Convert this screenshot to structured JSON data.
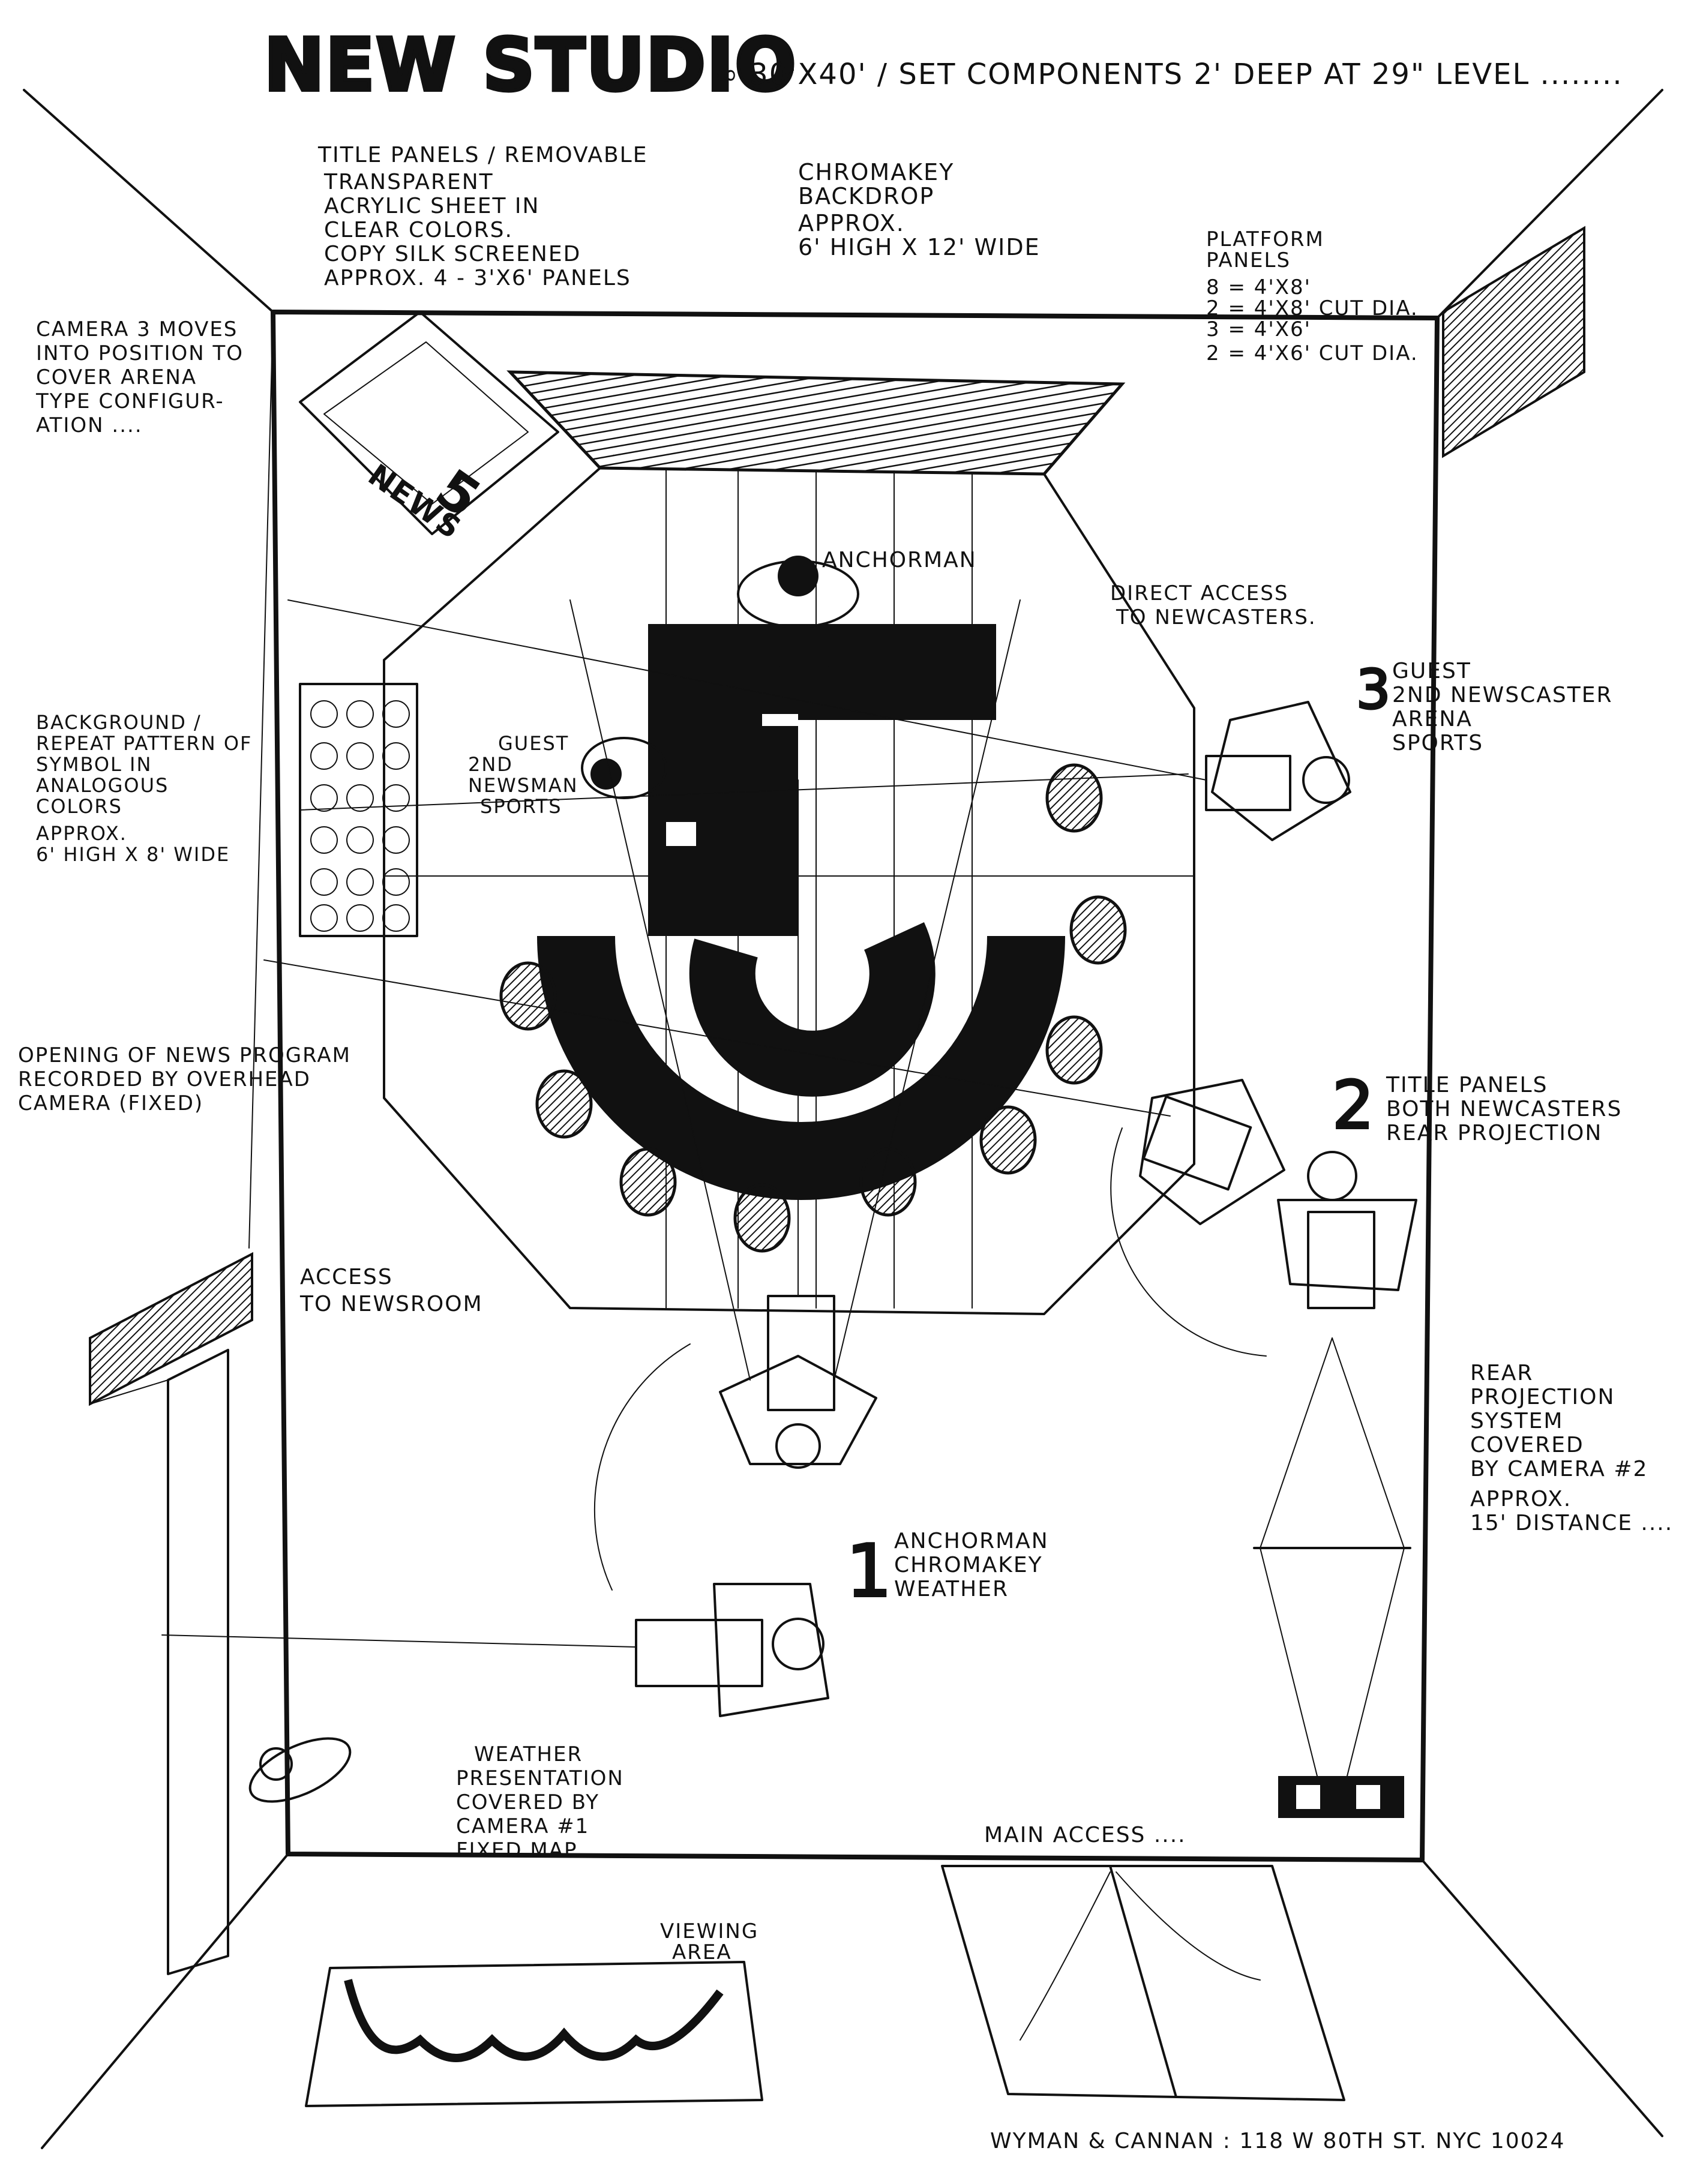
{
  "title": {
    "main": "NEW STUDIO",
    "subtitle": "∞ 30'X40' / SET COMPONENTS 2' DEEP AT 29\" LEVEL ........"
  },
  "notes": {
    "title_panels": [
      "TITLE PANELS / REMOVABLE",
      "TRANSPARENT",
      "ACRYLIC SHEET IN",
      "CLEAR COLORS.",
      "COPY SILK SCREENED",
      "APPROX. 4 - 3'X6' PANELS"
    ],
    "chromakey": [
      "CHROMAKEY",
      "BACKDROP",
      "APPROX.",
      "6' HIGH X 12' WIDE"
    ],
    "platform": [
      "PLATFORM",
      "PANELS",
      "8 = 4'X8'",
      "2 = 4'X8' CUT DIA.",
      "3 = 4'X6'",
      "2 = 4'X6' CUT DIA."
    ],
    "camera3": [
      "CAMERA 3 MOVES",
      "INTO POSITION TO",
      "COVER ARENA",
      "TYPE CONFIGUR-",
      "ATION ...."
    ],
    "anchorman": "ANCHORMAN",
    "direct_access": [
      "DIRECT ACCESS",
      "TO NEWCASTERS."
    ],
    "cam3_role_num": "3",
    "cam3_role": [
      "GUEST",
      "2ND NEWSCASTER",
      "ARENA",
      "SPORTS"
    ],
    "guest": [
      "GUEST",
      "2ND",
      "NEWSMAN",
      "SPORTS"
    ],
    "background": [
      "BACKGROUND /",
      "REPEAT PATTERN OF",
      "SYMBOL IN",
      "ANALOGOUS",
      "COLORS",
      "APPROX.",
      "6' HIGH X 8' WIDE"
    ],
    "opening": [
      "OPENING OF NEWS PROGRAM",
      "RECORDED BY OVERHEAD",
      "CAMERA (FIXED)"
    ],
    "cam2_num": "2",
    "cam2_role": [
      "TITLE PANELS",
      "BOTH NEWCASTERS",
      "REAR PROJECTION"
    ],
    "newsroom": [
      "ACCESS",
      "TO NEWSROOM"
    ],
    "rear_projection": [
      "REAR",
      "PROJECTION",
      "SYSTEM",
      "COVERED",
      "BY CAMERA #2",
      "APPROX.",
      "15' DISTANCE ...."
    ],
    "cam1_num": "1",
    "cam1_role": [
      "ANCHORMAN",
      "CHROMAKEY",
      "WEATHER"
    ],
    "weather": [
      "WEATHER",
      "PRESENTATION",
      "COVERED BY",
      "CAMERA #1",
      "FIXED MAP."
    ],
    "main_access": "MAIN ACCESS ....",
    "viewing": [
      "VIEWING",
      "AREA"
    ],
    "credit": "WYMAN & CANNAN : 118 W 80TH ST. NYC 10024"
  },
  "logo": {
    "set_numeral": "5",
    "panel_word": "NEWS",
    "panel_numeral": "5"
  },
  "colors": {
    "ink": "#111111",
    "paper": "#ffffff"
  }
}
